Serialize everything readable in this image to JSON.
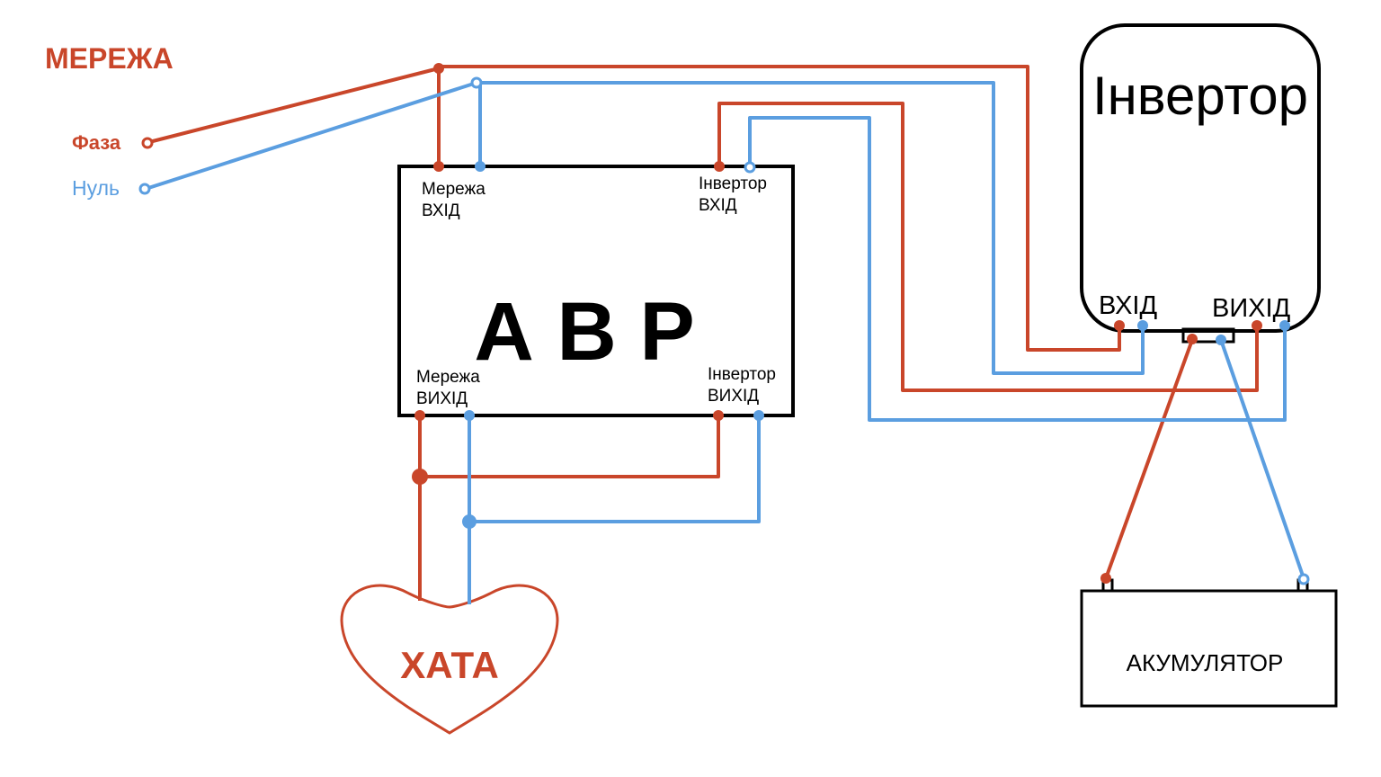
{
  "mains": {
    "title": "МЕРЕЖА",
    "phase_label": "Фаза",
    "neutral_label": "Нуль"
  },
  "avr": {
    "title": "А В Р",
    "grid_in_line1": "Мережа",
    "grid_in_line2": "ВХІД",
    "inv_in_line1": "Інвертор",
    "inv_in_line2": "ВХІД",
    "grid_out_line1": "Мережа",
    "grid_out_line2": "ВИХІД",
    "inv_out_line1": "Інвертор",
    "inv_out_line2": "ВИХІД"
  },
  "inverter": {
    "title": "Інвертор",
    "input_label": "ВХІД",
    "output_label": "ВИХІД"
  },
  "house": {
    "label": "ХАТА"
  },
  "battery": {
    "label": "АКУМУЛЯТОР"
  },
  "colors": {
    "phase": "#c9462a",
    "neutral": "#5b9ee0",
    "outline": "#000000"
  }
}
